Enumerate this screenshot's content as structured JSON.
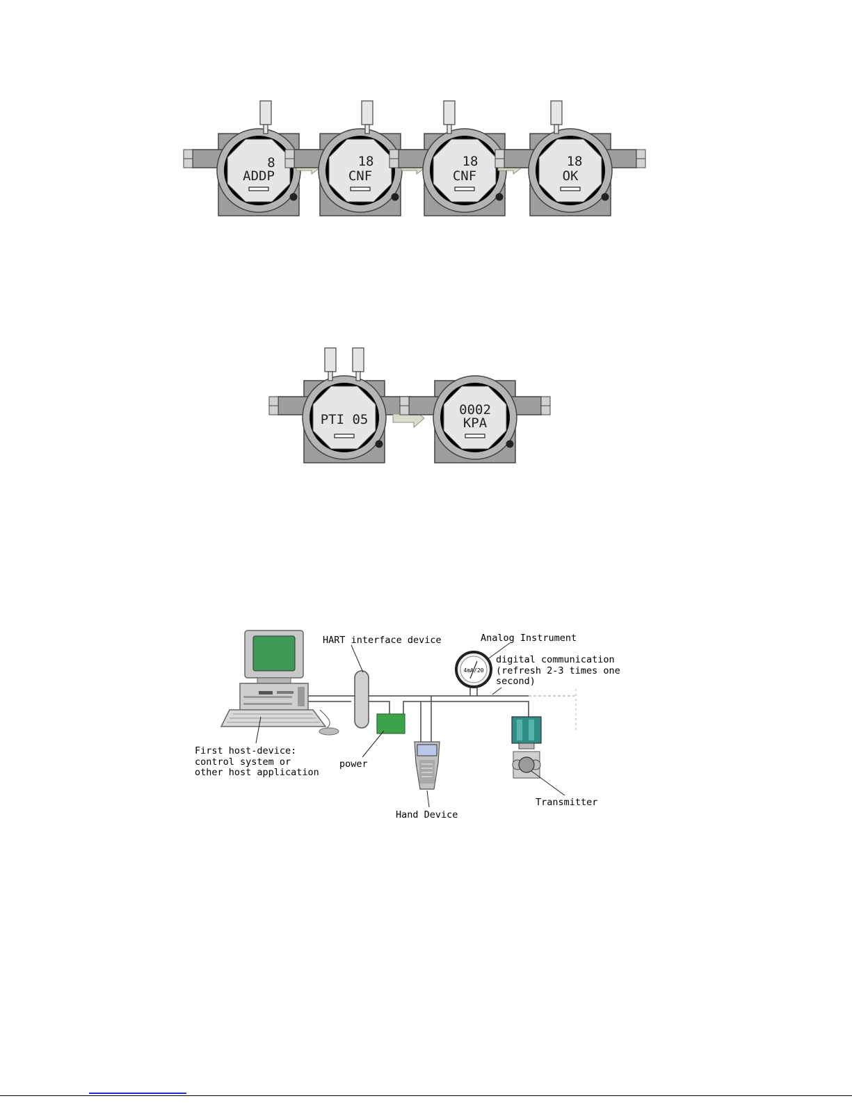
{
  "sequence_a": {
    "devices": [
      {
        "line1": "8",
        "line2": "ADDP"
      },
      {
        "line1": "18",
        "line2": "CNF"
      },
      {
        "line1": "18",
        "line2": "CNF"
      },
      {
        "line1": "18",
        "line2": "OK"
      }
    ]
  },
  "sequence_b": {
    "devices": [
      {
        "line1": "",
        "line2": "PTI 05"
      },
      {
        "line1": "0002",
        "line2": "KPA"
      }
    ]
  },
  "hart_diagram": {
    "labels": {
      "hart_interface": "HART interface device",
      "analog_instrument": "Analog Instrument",
      "digital_comm_1": "digital communication",
      "digital_comm_2": "(refresh 2-3 times one",
      "digital_comm_3": "second)",
      "host_1": "First host-device:",
      "host_2": "control system or",
      "host_3": "other host application",
      "power": "power",
      "hand_device": "Hand Device",
      "transmitter": "Transmitter",
      "gauge_reading": "4mA/20"
    }
  },
  "colors": {
    "housing": "#9e9e9e",
    "arrow": "#d8dccb",
    "screen": "#3f9a57",
    "power_box": "#3da34a",
    "transmitter_body": "#2f8e86"
  }
}
